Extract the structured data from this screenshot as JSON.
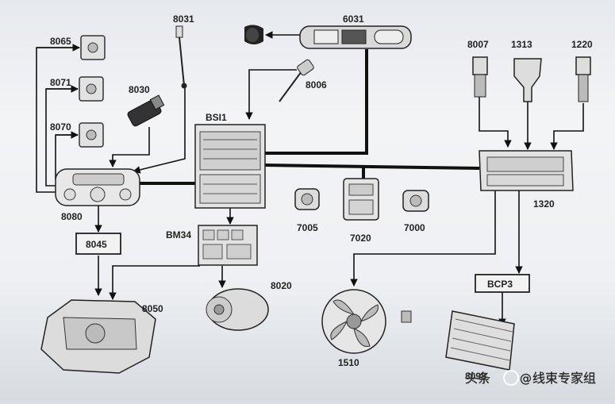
{
  "diagram": {
    "labels": {
      "c8031": "8031",
      "c6031": "6031",
      "c8065": "8065",
      "c8071": "8071",
      "c8070": "8070",
      "c8030": "8030",
      "c8006": "8006",
      "cBSI1": "BSI1",
      "c8007": "8007",
      "c1313": "1313",
      "c1220": "1220",
      "c1320": "1320",
      "c8080": "8080",
      "c7005": "7005",
      "c7020": "7020",
      "c7000": "7000",
      "c8045": "8045",
      "cBM34": "BM34",
      "c8020": "8020",
      "c8050": "8050",
      "c1510": "1510",
      "cBCP3": "BCP3",
      "c8098": "8098"
    }
  },
  "watermark": {
    "prefix": "头条",
    "at": "@",
    "name": "线束专家组"
  }
}
